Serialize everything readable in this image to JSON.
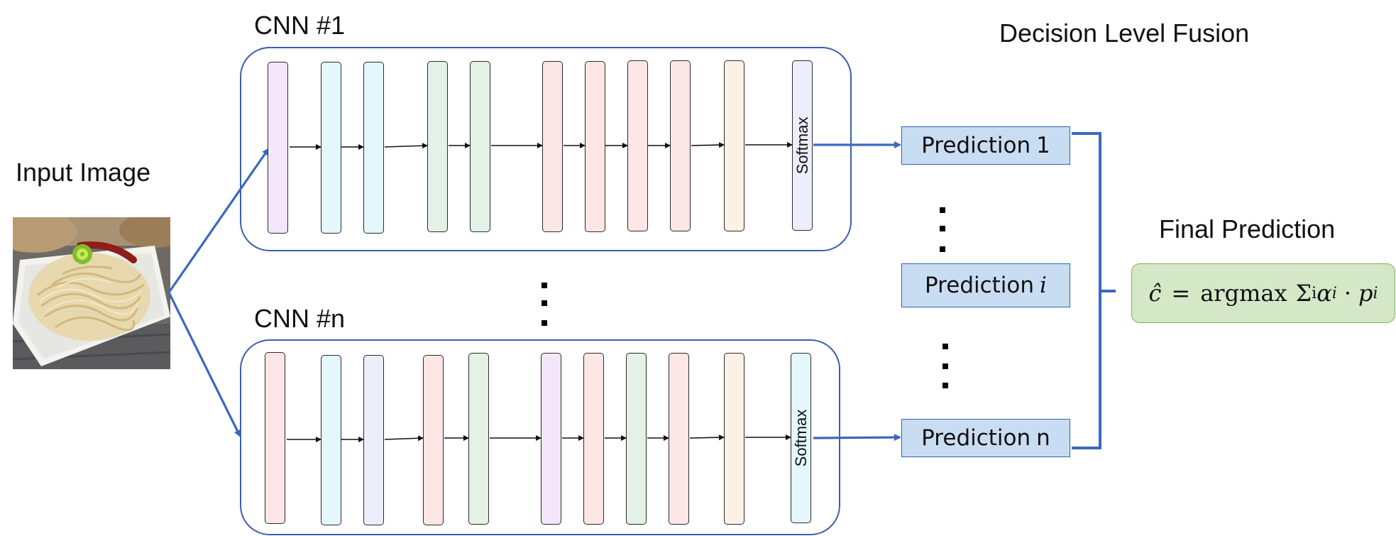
{
  "titles": {
    "input_image": "Input Image",
    "cnn_first": "CNN #1",
    "cnn_last": "CNN #n",
    "fusion": "Decision Level Fusion",
    "final_prediction": "Final Prediction"
  },
  "layers": {
    "softmax_label": "Softmax"
  },
  "predictions": {
    "first": {
      "label": "Prediction",
      "index": "1"
    },
    "middle": {
      "label": "Prediction",
      "index": "i"
    },
    "last": {
      "label": "Prediction",
      "index": "n"
    }
  },
  "formula": {
    "c_hat": "ĉ",
    "equals": "=",
    "argmax": "argmax",
    "sigma": "Σ",
    "sub_i": "i",
    "alpha": "α",
    "dot": "·",
    "p": "p"
  },
  "colors": {
    "arrow": "#3b68bf",
    "box_border": "#3b5fa8",
    "prediction_fill": "#c9ddf2",
    "final_fill": "#d4e8c8",
    "layer_lavender": "#f4e6fa",
    "layer_cyan": "#e4f7fa",
    "layer_green": "#e3f1e6",
    "layer_pink": "#fde6e6",
    "layer_peach": "#fdf1e6",
    "layer_periwinkle": "#eceefb"
  }
}
